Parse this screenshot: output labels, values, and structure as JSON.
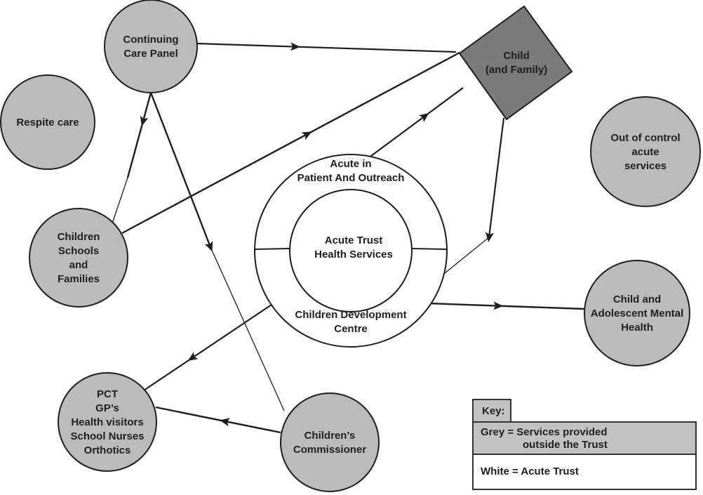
{
  "colors": {
    "grey_service": "#bbbbbd",
    "child_square": "#7a7a7c",
    "white_trust": "#ffffff",
    "stroke": "#1e1e1e"
  },
  "nodes": {
    "continuing_care_panel": {
      "lines": [
        "Continuing",
        "Care Panel"
      ],
      "fill": "grey"
    },
    "respite_care": {
      "lines": [
        "Respite care"
      ],
      "fill": "grey"
    },
    "children_schools_families": {
      "lines": [
        "Children",
        "Schools",
        "and",
        "Families"
      ],
      "fill": "grey"
    },
    "pct": {
      "lines": [
        "PCT",
        "GP’s",
        "Health visitors",
        "School Nurses",
        "Orthotics"
      ],
      "fill": "grey"
    },
    "childrens_commissioner": {
      "lines": [
        "Children’s",
        "Commissioner"
      ],
      "fill": "grey"
    },
    "out_of_control": {
      "lines": [
        "Out of control",
        "acute",
        "services"
      ],
      "fill": "grey"
    },
    "camh": {
      "lines": [
        "Child and",
        "Adolescent Mental",
        "Health"
      ],
      "fill": "grey"
    },
    "child_family": {
      "lines": [
        "Child",
        "(and Family)"
      ],
      "fill": "dark"
    },
    "acute_outer_top": {
      "lines": [
        "Acute in",
        "Patient And Outreach"
      ],
      "fill": "white"
    },
    "acute_inner": {
      "lines": [
        "Acute Trust",
        "Health Services"
      ],
      "fill": "white"
    },
    "acute_outer_bottom": {
      "lines": [
        "Children Development",
        "Centre"
      ],
      "fill": "white"
    }
  },
  "edges": [
    {
      "from": "continuing_care_panel",
      "to": "child_family",
      "arrow": true
    },
    {
      "from": "continuing_care_panel",
      "to": "children_schools_families",
      "arrow": true
    },
    {
      "from": "continuing_care_panel",
      "to": "childrens_commissioner",
      "arrow": true
    },
    {
      "from": "children_schools_families",
      "to": "child_family",
      "arrow": true
    },
    {
      "from": "acute_trust",
      "to": "child_family",
      "arrow": true
    },
    {
      "from": "child_family",
      "to": "acute_trust",
      "arrow": true
    },
    {
      "from": "acute_trust",
      "to": "camh",
      "arrow": true
    },
    {
      "from": "acute_trust",
      "to": "pct",
      "arrow": true
    },
    {
      "from": "childrens_commissioner",
      "to": "pct",
      "arrow": true
    }
  ],
  "key": {
    "title": "Key:",
    "grey_line1": "Grey = Services provided",
    "grey_line2": "outside the Trust",
    "white_line": "White = Acute Trust"
  }
}
